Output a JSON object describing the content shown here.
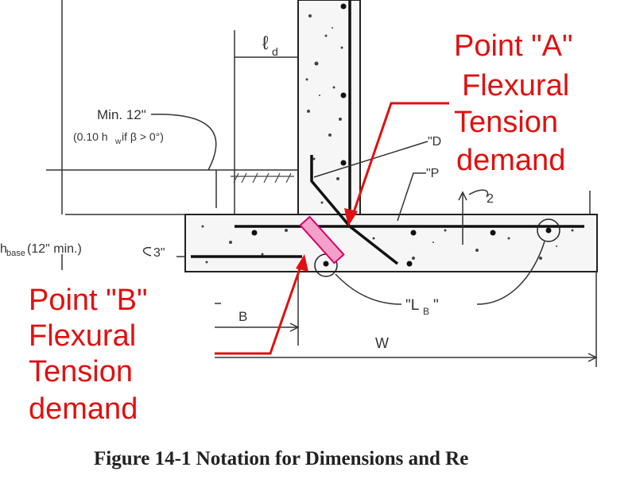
{
  "diagram": {
    "labels": {
      "ld_main": "ℓ",
      "ld_sub": "d",
      "min12": "Min. 12\"",
      "min_note": "(0.10 h",
      "min_note_sub": "w",
      "min_note_end": " if β > 0°)",
      "d_label": "\"D",
      "p_label": "\"P",
      "two_label": "2",
      "h_base_main": "h",
      "h_base_sub": "base",
      "h_base_end": " (12\" min.)",
      "three_in": "3\"",
      "b_dim": "B",
      "lb_label": "\"L",
      "lb_sub": "B",
      "lb_end": "\"",
      "w_dim": "W"
    },
    "annotations": {
      "point_a": [
        "Point \"A\"",
        "Flexural",
        "Tension",
        "demand"
      ],
      "point_b": [
        "Point \"B\"",
        "Flexural",
        "Tension",
        "demand"
      ]
    },
    "caption": "Figure 14-1 Notation for Dimensions and Re",
    "colors": {
      "annotation": "#e01010",
      "highlight": "#f5a0c8",
      "line": "#222222"
    }
  }
}
